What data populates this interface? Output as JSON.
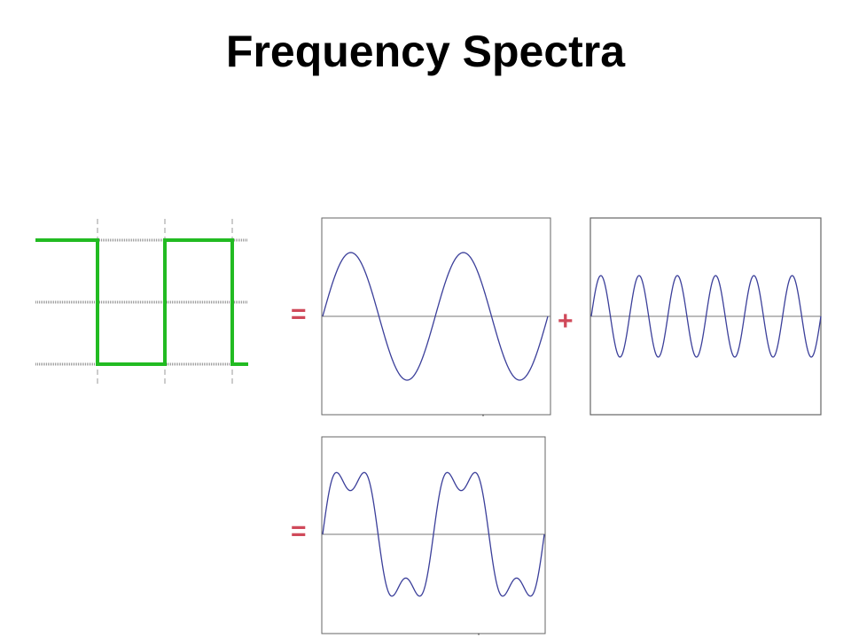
{
  "title": "Frequency Spectra",
  "operators": {
    "equals_top": "=",
    "plus": "+",
    "equals_bottom": "="
  },
  "colors": {
    "square_wave": "#22bb22",
    "sine_curve": "#3b3f9a",
    "operator": "#d0495a",
    "axis": "#777777",
    "frame": "#666666"
  },
  "waves": {
    "square_cycles_shown": 1.5,
    "fundamental": {
      "frequency": 1,
      "amplitude": 1,
      "cycles_shown": 2
    },
    "harmonic": {
      "frequency": 3,
      "amplitude": 1,
      "cycles_shown": 6
    },
    "sum": {
      "components": [
        {
          "frequency": 1,
          "amplitude": 1
        },
        {
          "frequency": 3,
          "amplitude": 0.333
        }
      ],
      "cycles_shown": 2
    }
  }
}
